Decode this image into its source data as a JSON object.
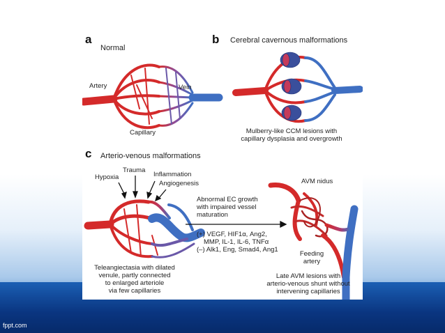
{
  "watermark": "fppt.com",
  "panels": {
    "a": {
      "letter": "a",
      "title": "Normal",
      "labels": {
        "artery": "Artery",
        "vein": "Vein",
        "capillary": "Capillary"
      }
    },
    "b": {
      "letter": "b",
      "title": "Cerebral cavernous malformations",
      "caption_lines": [
        "Mulberry-like CCM lesions with",
        "capillary dysplasia and overgrowth"
      ]
    },
    "c": {
      "letter": "c",
      "title": "Arterio-venous malformations",
      "triggers": {
        "hypoxia": "Hypoxia",
        "trauma": "Trauma",
        "inflammation": "Inflammation",
        "angiogenesis": "Angiogenesis"
      },
      "left_caption_lines": [
        "Teleangiectasia with dilated",
        "venule, partly connected",
        "to enlarged arteriole",
        "via few capillaries"
      ],
      "process_lines": [
        "Abnormal EC growth",
        "with impaired vessel",
        "maturation"
      ],
      "factor_lines": [
        "(+) VEGF, HIF1α, Ang2,",
        "MMP, IL-1, IL-6, TNFα",
        "(–) Alk1, Eng, Smad4, Ang1"
      ],
      "avm_nidus": "AVM nidus",
      "feeding_artery_lines": [
        "Feeding",
        "artery"
      ],
      "right_caption_lines": [
        "Late AVM lesions with",
        "arterio-venous shunt without",
        "intervening capillaries"
      ]
    }
  },
  "colors": {
    "artery": "#d42a2a",
    "vein": "#3f6fc2",
    "mixed": "#8a4f9e",
    "lesion": "#2a3f8c"
  }
}
